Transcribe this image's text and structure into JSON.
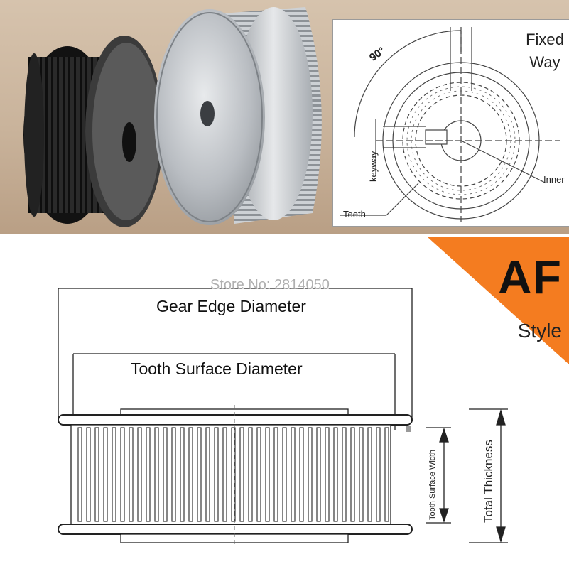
{
  "header": {
    "fixed_way_line1": "Fixed",
    "fixed_way_line2": "Way"
  },
  "tech_drawing": {
    "angle_label": "90°",
    "keyway_label": "keyway",
    "inner_label": "Inner",
    "teeth_label": "Teeth"
  },
  "style_badge": {
    "code": "AF",
    "word": "Style",
    "color": "#f47c20"
  },
  "dimensions": {
    "gear_edge_diameter": "Gear Edge Diameter",
    "tooth_surface_diameter": "Tooth Surface Diameter",
    "tooth_surface_width": "Tooth Surface Width",
    "total_thickness": "Total Thickness"
  },
  "watermark": "Store No: 2814050"
}
